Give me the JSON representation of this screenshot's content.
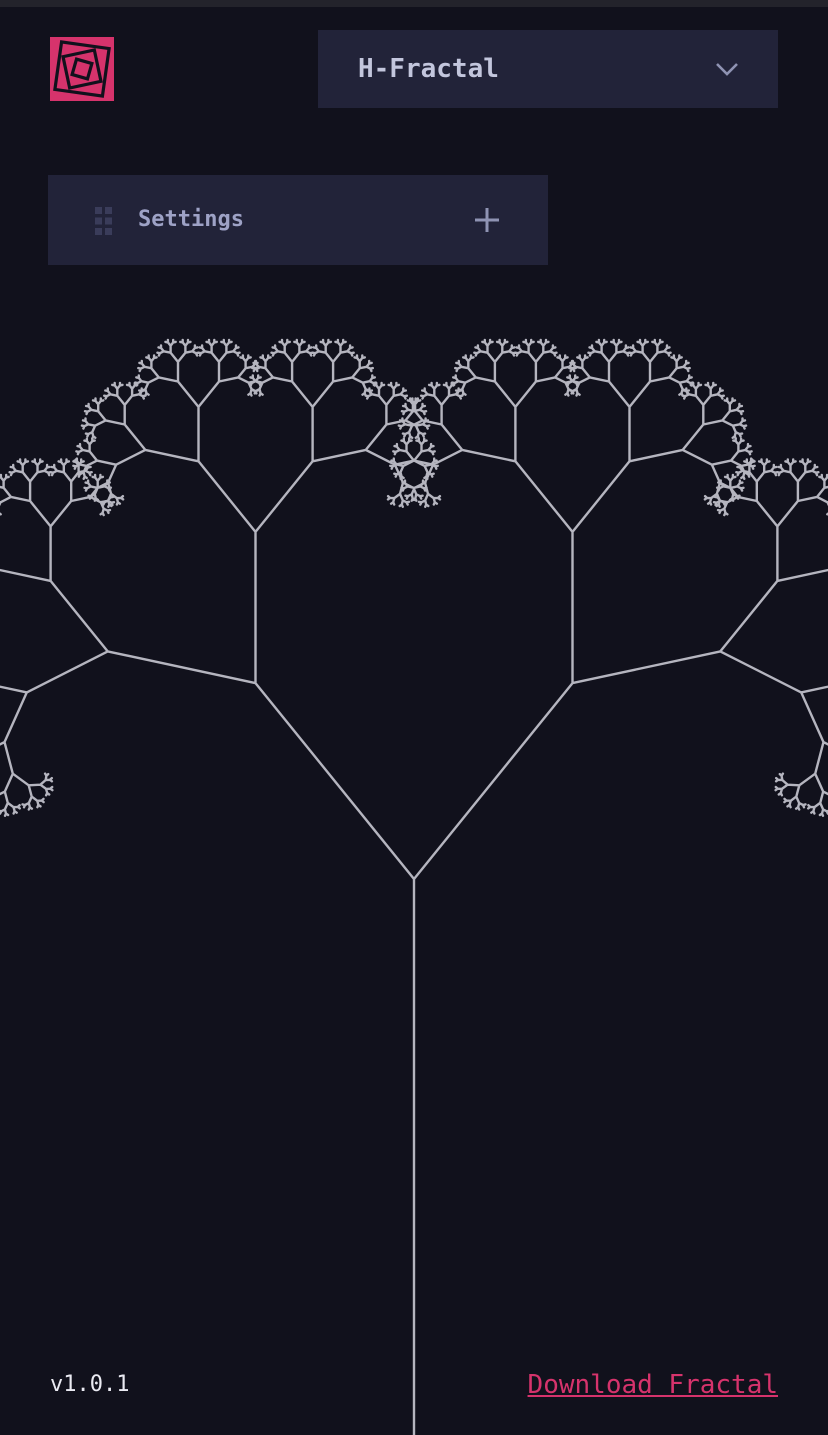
{
  "header": {
    "logo_icon": "nested-rotated-squares-logo-icon",
    "fractal_select": {
      "value": "H-Fractal",
      "icon": "chevron-down-icon"
    }
  },
  "settings": {
    "label": "Settings",
    "handle_icon": "drag-handle-icon",
    "expand_icon": "plus-icon"
  },
  "canvas": {
    "fractal_type": "branching tree",
    "stroke_color": "#b5b5bf",
    "background_color": "#11111c"
  },
  "footer": {
    "version": "v1.0.1",
    "download_label": "Download Fractal"
  },
  "colors": {
    "accent": "#d6336c",
    "panel": "#222339",
    "background": "#11111c"
  }
}
